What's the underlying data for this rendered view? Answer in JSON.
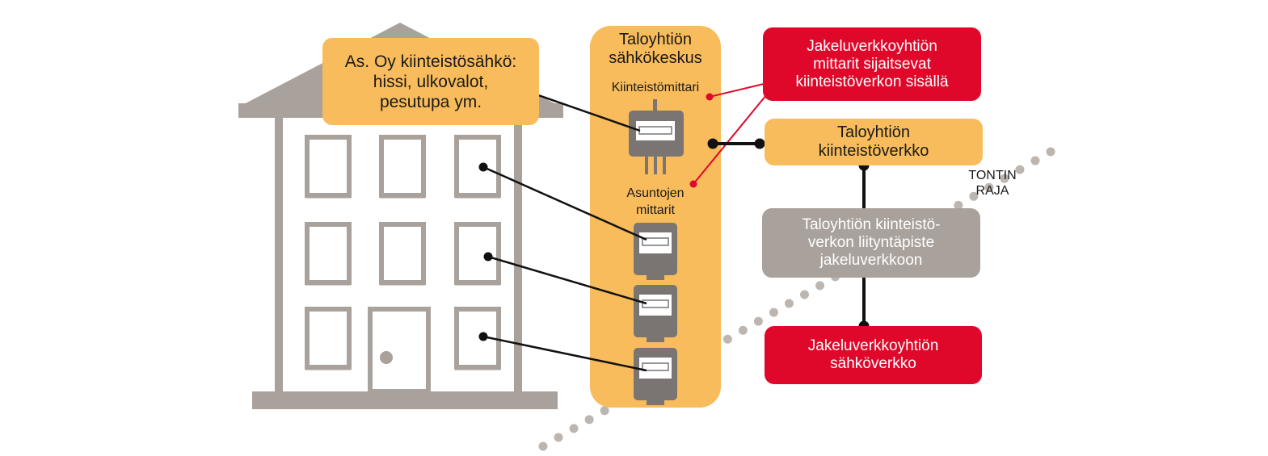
{
  "colors": {
    "orange": "#f8bc5c",
    "red": "#e0082a",
    "grey": "#a9a19b",
    "building": "#a9a19b",
    "meter_body": "#7a7572",
    "line": "#111111",
    "dotted_border": "#bdb6b0"
  },
  "labels": {
    "building_note": "As. Oy kiinteistösähkö:\nhissi, ulkovalot,\npesutupa ym.",
    "panel_title": "Taloyhtiön\nsähkökeskus",
    "property_meter": "Kiinteistömittari",
    "apartment_meters": "Asuntojen\nmittarit",
    "dso_meters_note": "Jakeluverkkoyhtiön\nmittarit sijaitsevat\nkiinteistöverkon sisällä",
    "property_network": "Taloyhtiön\nkiinteistöverkko",
    "connection_point": "Taloyhtiön kiinteistö-\nverkon liityntäpiste\njakeluverkkoon",
    "dso_grid": "Jakeluverkkoyhtiön\nsähköverkko",
    "lot_boundary": "TONTIN\nRAJA"
  },
  "icons": {
    "building": "apartment-building-icon",
    "property_meter": "electricity-meter-icon",
    "apartment_meter": "electricity-meter-icon"
  }
}
